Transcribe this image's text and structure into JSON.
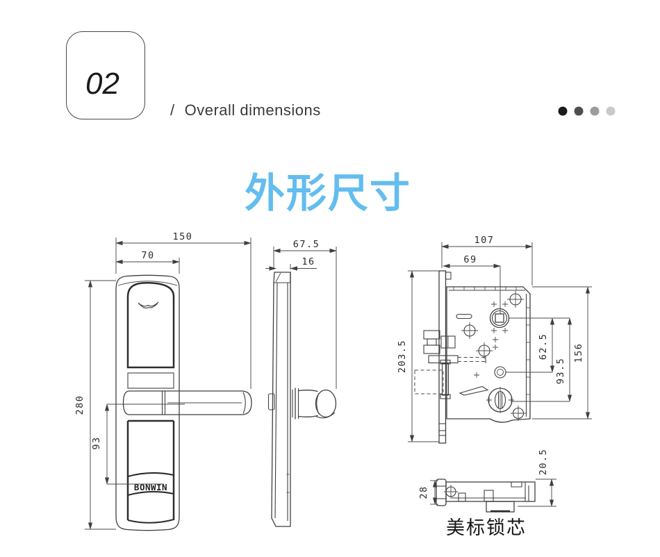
{
  "header": {
    "section_number": "02",
    "divider": "/",
    "section_title": "Overall dimensions",
    "dots": [
      {
        "color": "#1b1b1b"
      },
      {
        "color": "#4f4f4f"
      },
      {
        "color": "#9b9b9b"
      },
      {
        "color": "#c9c9c9"
      }
    ]
  },
  "title": {
    "text": "外形尺寸",
    "color": "#63bdee"
  },
  "style": {
    "line_color": "#3f3f3f",
    "dim_text_color": "#2b2b2b"
  },
  "front_view": {
    "logo": "BONWIN",
    "dims": {
      "overall_width": "150",
      "plate_width": "70",
      "overall_height": "280",
      "lever_to_logo": "93"
    }
  },
  "side_view": {
    "dims": {
      "overall_depth": "67.5",
      "plate_thickness": "16"
    }
  },
  "lock_body": {
    "dims": {
      "body_width": "107",
      "backset": "69",
      "faceplate_height": "203.5",
      "spindle_to_aux": "62.5",
      "spindle_to_cylinder": "93.5",
      "case_height": "156"
    }
  },
  "bottom_view": {
    "caption": "美标锁芯",
    "dims": {
      "faceplate_width": "28",
      "case_thickness": "20.5"
    }
  }
}
